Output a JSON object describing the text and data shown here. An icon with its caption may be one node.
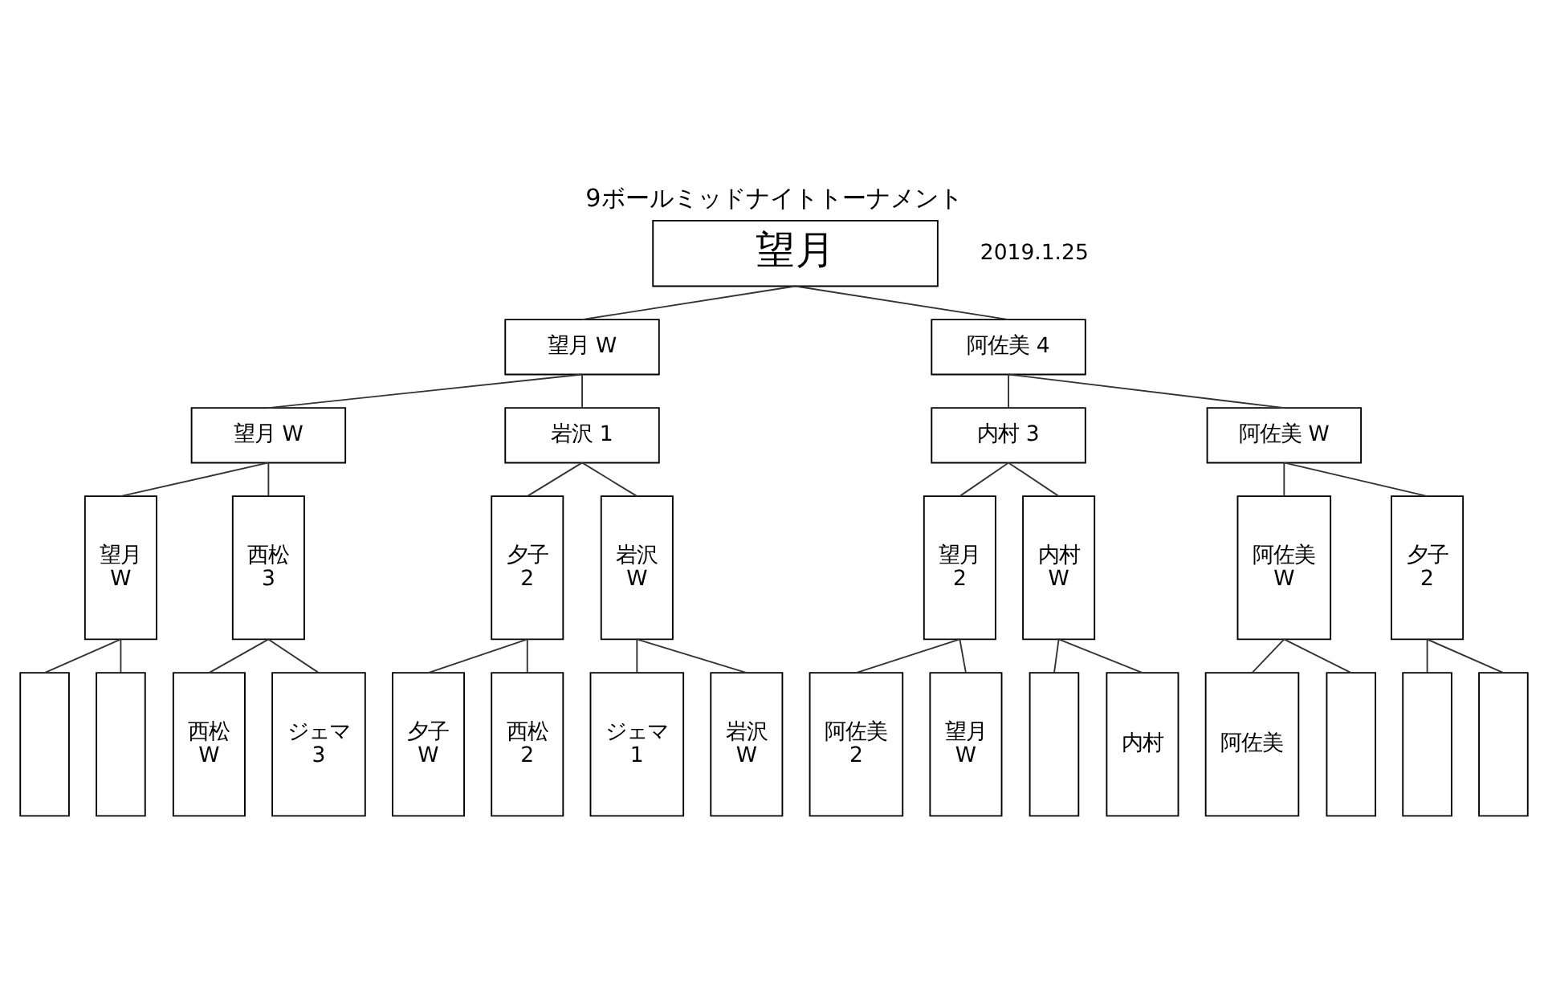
{
  "diagram": {
    "title": "9ボールミッドナイトトーナメント",
    "nodes": [
      {
        "text": [
          "望月"
        ]
      },
      {
        "text": [
          "望月 W"
        ]
      },
      {
        "text": [
          "阿佐美 4"
        ]
      },
      {
        "text": [
          "望月 W"
        ]
      },
      {
        "text": [
          "岩沢 1"
        ]
      },
      {
        "text": [
          "内村 3"
        ]
      },
      {
        "text": [
          "阿佐美 W"
        ]
      },
      {
        "text": [
          "望月",
          "W"
        ]
      },
      {
        "text": [
          "西松",
          "3"
        ]
      },
      {
        "text": [
          "夕子",
          "2"
        ]
      },
      {
        "text": [
          "岩沢",
          "W"
        ]
      },
      {
        "text": [
          "望月",
          "2"
        ]
      },
      {
        "text": [
          "内村",
          "W"
        ]
      },
      {
        "text": [
          "阿佐美",
          "W"
        ]
      },
      {
        "text": [
          "夕子",
          "2"
        ]
      },
      {
        "text": [],
        "shape": "box"
      },
      {
        "text": [],
        "shape": "box"
      },
      {
        "text": [
          "西松",
          "W"
        ]
      },
      {
        "text": [
          "ジェマ",
          "3"
        ]
      },
      {
        "text": [
          "夕子",
          "W"
        ]
      },
      {
        "text": [
          "西松",
          "2"
        ]
      },
      {
        "text": [
          "ジェマ",
          "1"
        ]
      },
      {
        "text": [
          "岩沢",
          "W"
        ]
      },
      {
        "text": [
          "阿佐美",
          "2"
        ]
      },
      {
        "text": [
          "望月",
          "W"
        ]
      },
      {
        "text": [],
        "shape": "box"
      },
      {
        "text": [
          "内村"
        ]
      },
      {
        "text": [
          "阿佐美"
        ]
      },
      {
        "text": [],
        "shape": "box"
      },
      {
        "text": [],
        "shape": "box"
      },
      {
        "text": [],
        "shape": "box"
      }
    ],
    "edges": [
      {
        "from": 0,
        "to": 1,
        "arrow": "none"
      },
      {
        "from": 0,
        "to": 2,
        "arrow": "none"
      },
      {
        "from": 1,
        "to": 3,
        "arrow": "none"
      },
      {
        "from": 1,
        "to": 4,
        "arrow": "none"
      },
      {
        "from": 2,
        "to": 5,
        "arrow": "none"
      },
      {
        "from": 2,
        "to": 6,
        "arrow": "none"
      },
      {
        "from": 3,
        "to": 7,
        "arrow": "none"
      },
      {
        "from": 3,
        "to": 8,
        "arrow": "none"
      },
      {
        "from": 4,
        "to": 9,
        "arrow": "none"
      },
      {
        "from": 4,
        "to": 10,
        "arrow": "none"
      },
      {
        "from": 5,
        "to": 11,
        "arrow": "none"
      },
      {
        "from": 5,
        "to": 12,
        "arrow": "none"
      },
      {
        "from": 6,
        "to": 13,
        "arrow": "none"
      },
      {
        "from": 6,
        "to": 14,
        "arrow": "none"
      },
      {
        "from": 7,
        "to": 15,
        "arrow": "none"
      },
      {
        "from": 7,
        "to": 16,
        "arrow": "none"
      },
      {
        "from": 8,
        "to": 17,
        "arrow": "none"
      },
      {
        "from": 8,
        "to": 18,
        "arrow": "none"
      },
      {
        "from": 9,
        "to": 19,
        "arrow": "none"
      },
      {
        "from": 9,
        "to": 20,
        "arrow": "none"
      },
      {
        "from": 10,
        "to": 21,
        "arrow": "none"
      },
      {
        "from": 10,
        "to": 22,
        "arrow": "none"
      },
      {
        "from": 11,
        "to": 23,
        "arrow": "none"
      },
      {
        "from": 11,
        "to": 24,
        "arrow": "none"
      },
      {
        "from": 12,
        "to": 25,
        "arrow": "none"
      },
      {
        "from": 12,
        "to": 26,
        "arrow": "none"
      },
      {
        "from": 13,
        "to": 27,
        "arrow": "none"
      },
      {
        "from": 13,
        "to": 28,
        "arrow": "none"
      },
      {
        "from": 14,
        "to": 29,
        "arrow": "none"
      },
      {
        "from": 14,
        "to": 30,
        "arrow": "none"
      }
    ],
    "labels": [
      "2019.1.25"
    ]
  }
}
